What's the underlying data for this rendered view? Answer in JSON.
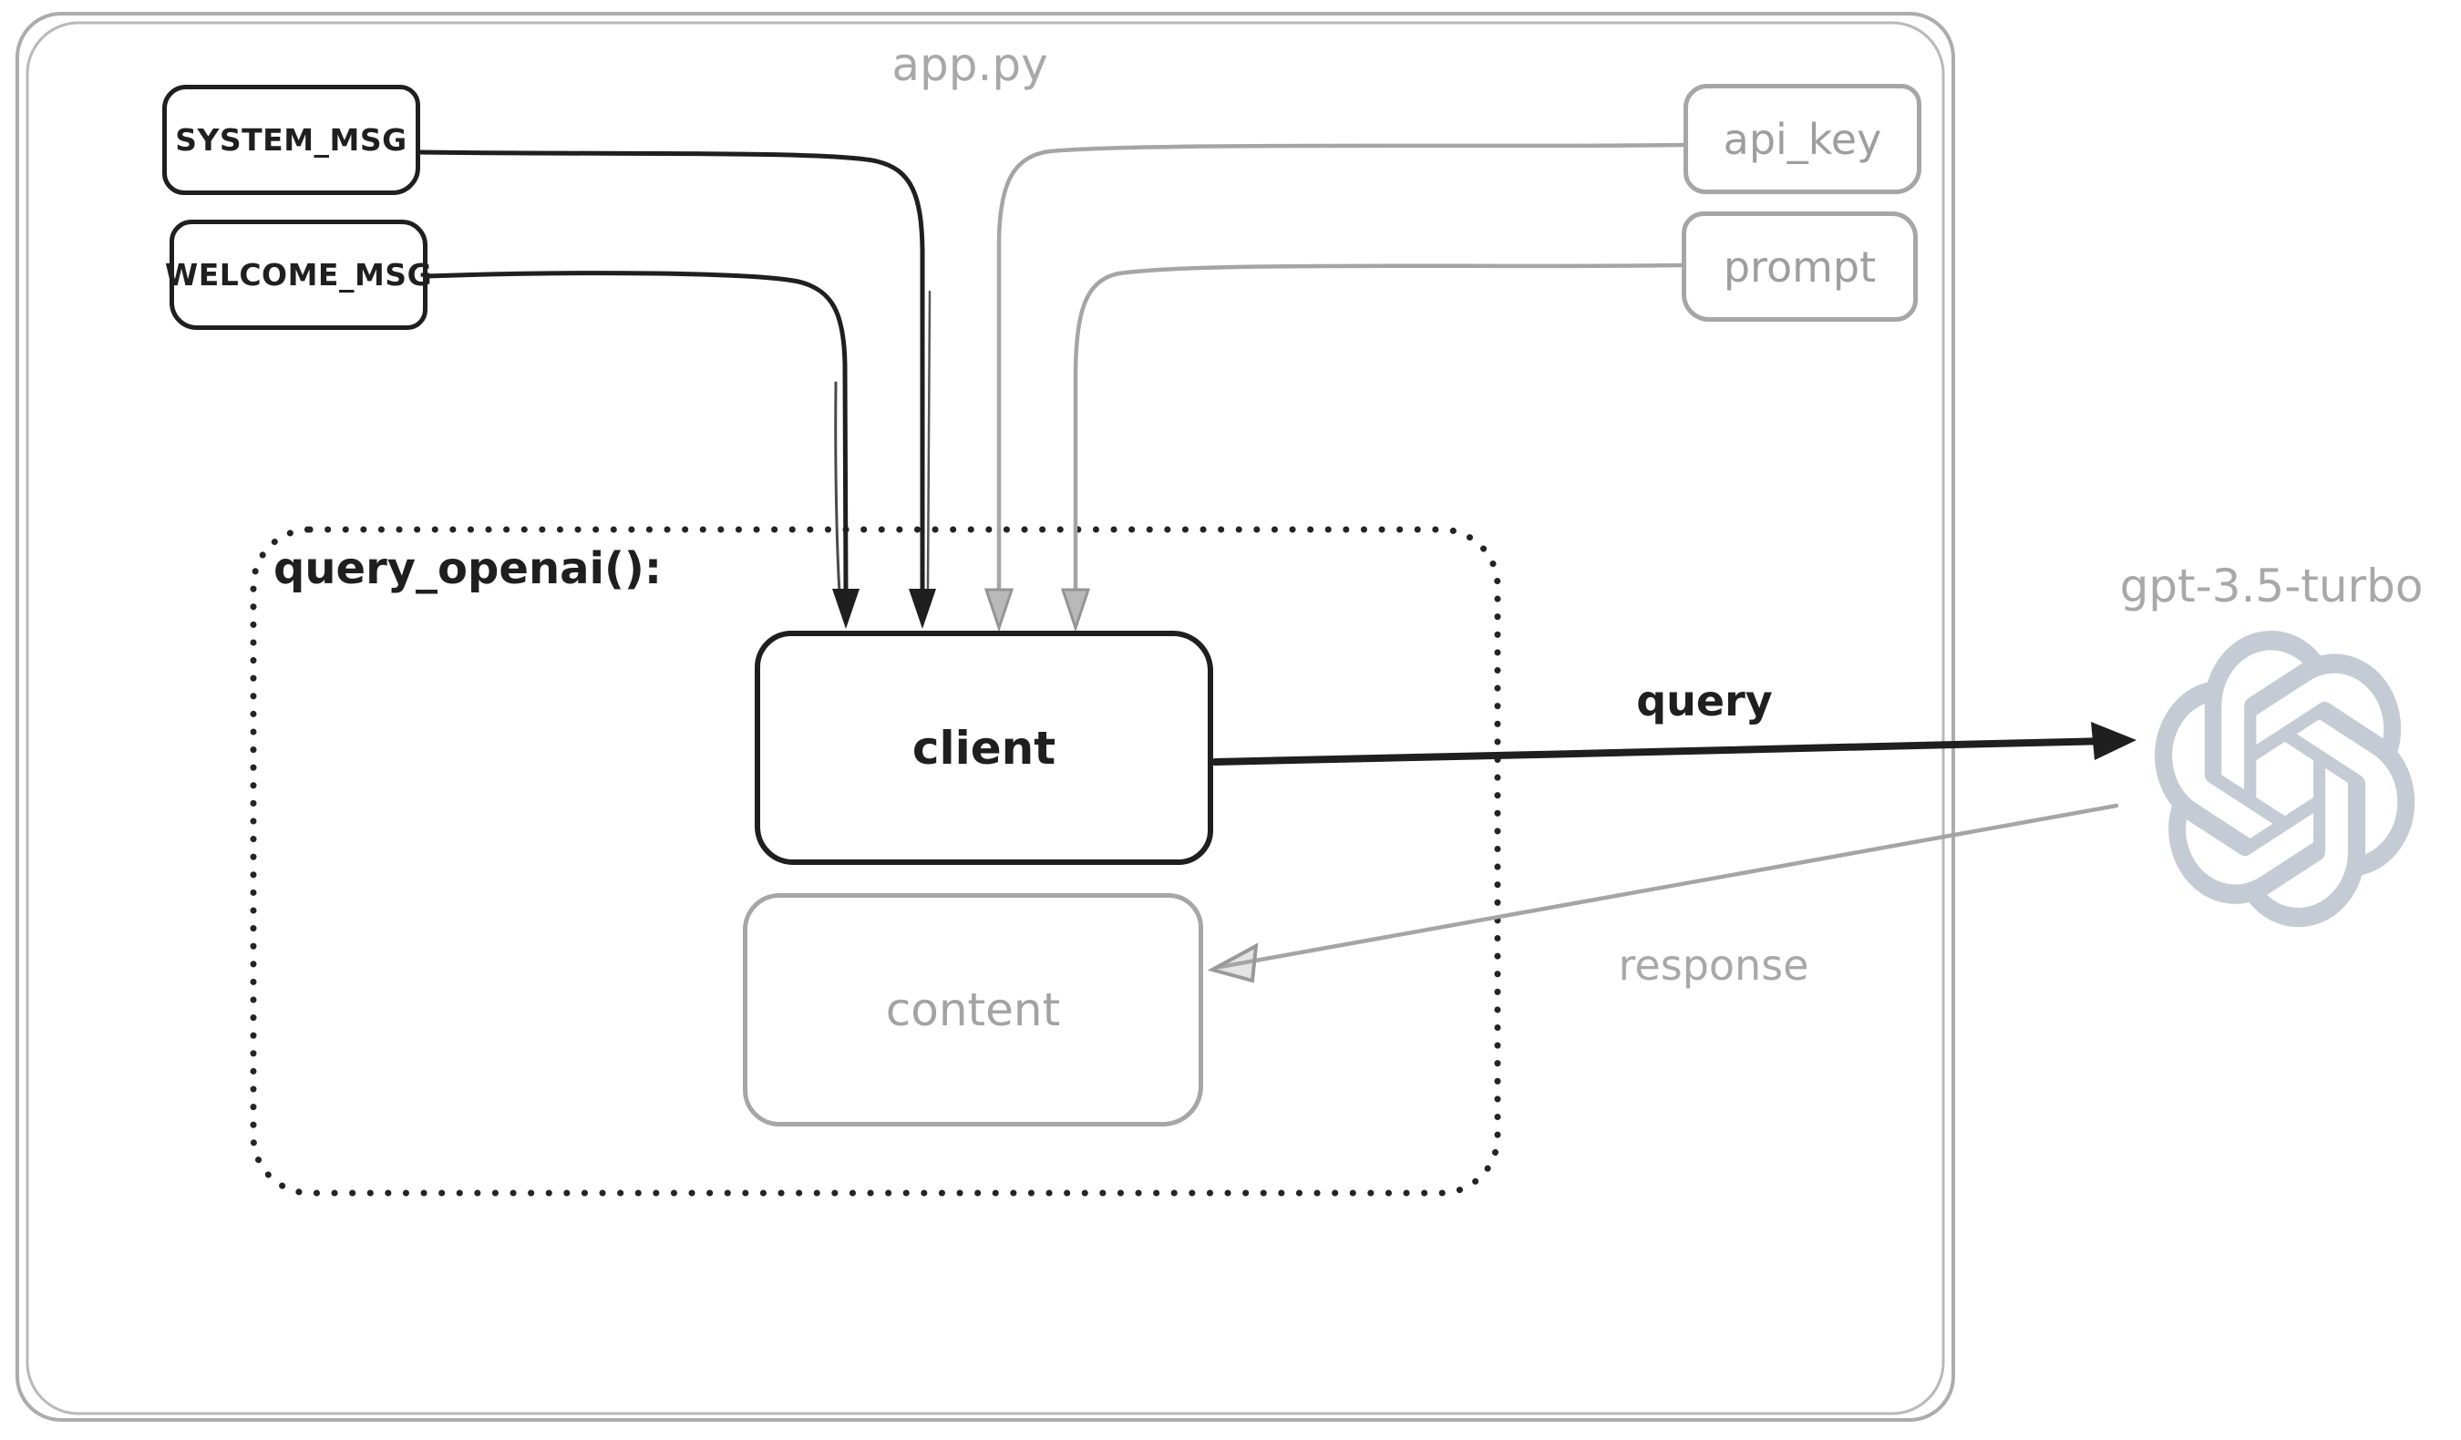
{
  "diagram": {
    "file_label": "app.py",
    "function_label": "query_openai():",
    "model_label": "gpt-3.5-turbo",
    "nodes": {
      "system_msg": {
        "label": "SYSTEM_MSG"
      },
      "welcome_msg": {
        "label": "WELCOME_MSG"
      },
      "api_key": {
        "label": "api_key"
      },
      "prompt": {
        "label": "prompt"
      },
      "client": {
        "label": "client"
      },
      "content": {
        "label": "content"
      }
    },
    "edges": {
      "query": {
        "label": "query"
      },
      "response": {
        "label": "response"
      }
    },
    "icons": {
      "model_logo": "openai-logo-icon"
    },
    "colors": {
      "ink": "#1f1f1f",
      "muted": "#a6a6a6",
      "muted_text": "#a2a2a2",
      "container_border": "#b0b0b0",
      "logo": "#c5cbd4",
      "background": "#ffffff"
    }
  }
}
